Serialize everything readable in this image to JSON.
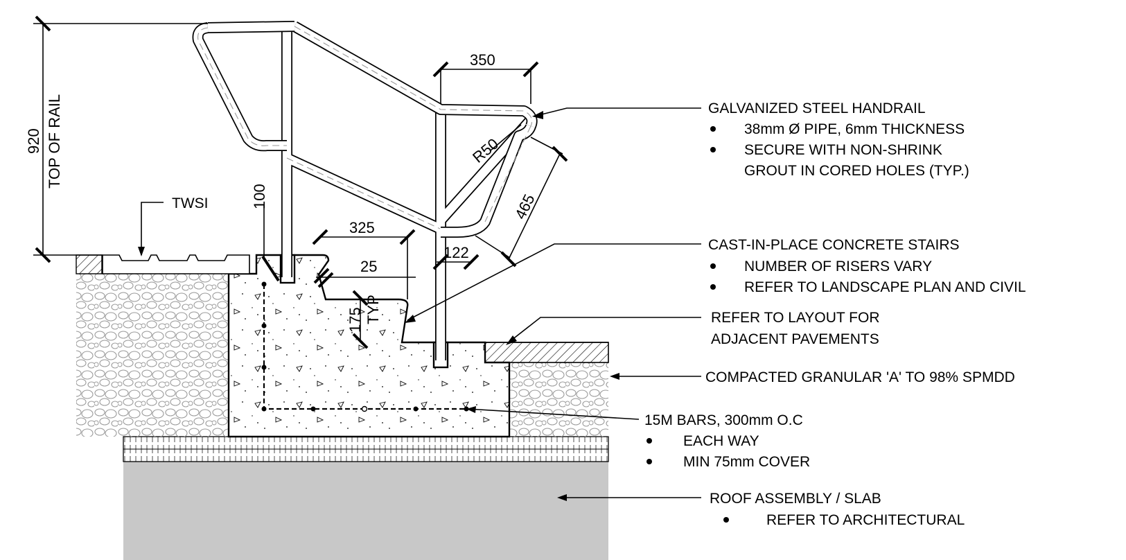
{
  "dimensions": {
    "height_value": "920",
    "height_label": "TOP OF RAIL",
    "post_embed": "100",
    "top_run": "350",
    "bend_radius": "R50",
    "sloped_offset": "465",
    "tread": "325",
    "nosing": "25",
    "riser": "175",
    "riser_note": "TYP",
    "post_offset": "122"
  },
  "labels": {
    "twsi": "TWSI"
  },
  "callouts": {
    "handrail": {
      "title": "GALVANIZED STEEL HANDRAIL",
      "items": [
        "38mm Ø PIPE, 6mm THICKNESS",
        "SECURE  WITH NON-SHRINK",
        "GROUT IN CORED HOLES (TYP.)"
      ]
    },
    "stairs": {
      "title": "CAST-IN-PLACE CONCRETE STAIRS",
      "items": [
        "NUMBER OF RISERS VARY",
        "REFER TO LANDSCAPE PLAN AND CIVIL"
      ]
    },
    "pavement": {
      "line1": "REFER TO LAYOUT FOR",
      "line2": "ADJACENT PAVEMENTS"
    },
    "granular": {
      "title": "COMPACTED GRANULAR 'A' TO 98% SPMDD"
    },
    "bars": {
      "title": "15M BARS, 300mm O.C",
      "items": [
        "EACH WAY",
        "MIN 75mm COVER"
      ]
    },
    "roof": {
      "title": "ROOF ASSEMBLY / SLAB",
      "items": [
        "REFER TO ARCHITECTURAL"
      ]
    }
  },
  "colors": {
    "line": "#000000",
    "slab": "#c8c8c8",
    "gravel": "#9a9a9a"
  }
}
